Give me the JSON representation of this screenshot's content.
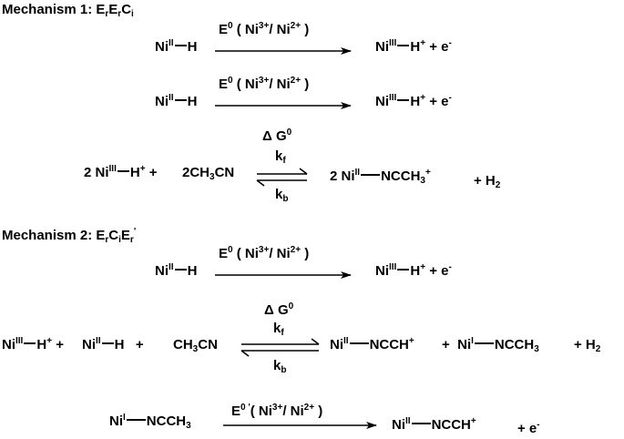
{
  "mechanism1": {
    "title": {
      "main": "Mechanism 1: E",
      "s1": "r",
      "e2": "E",
      "s2": "r",
      "e3": "C",
      "s3": "i"
    },
    "step1": {
      "left": {
        "el": "Ni",
        "ox": "II",
        "end": "H"
      },
      "cond": {
        "E": "E",
        "sup0": "0",
        "a": " ( Ni",
        "s1": "3+",
        "b": "/ Ni",
        "s2": "2+",
        "c": " )"
      },
      "right": {
        "el": "Ni",
        "ox": "III",
        "end": "H",
        "charge": "+",
        "extra": "  +  e",
        "echarge": "-"
      }
    },
    "step2": {
      "left": {
        "el": "Ni",
        "ox": "II",
        "end": "H"
      },
      "cond": {
        "E": "E",
        "sup0": "0",
        "a": " ( Ni",
        "s1": "3+",
        "b": "/ Ni",
        "s2": "2+",
        "c": " )"
      },
      "right": {
        "el": "Ni",
        "ox": "III",
        "end": "H",
        "charge": "+",
        "extra": "  +  e",
        "echarge": "-"
      }
    },
    "step3": {
      "dg": {
        "sym": "Δ G",
        "sup": "0"
      },
      "left1": {
        "pre": "2 Ni",
        "ox": "III",
        "end": "H",
        "charge": "+",
        "plus": " +"
      },
      "left2": {
        "a": "2CH",
        "s": "3",
        "b": "CN"
      },
      "kf": {
        "k": "k",
        "s": "f"
      },
      "kb": {
        "k": "k",
        "s": "b"
      },
      "right1": {
        "pre": "2 Ni",
        "ox": "II",
        "a": "NCCH",
        "s": "3",
        "charge": "+"
      },
      "right2": {
        "plus": "+  H",
        "s": "2"
      }
    }
  },
  "mechanism2": {
    "title": {
      "main": "Mechanism 2: E",
      "s1": "r",
      "e2": "C",
      "s2": "i",
      "e3": "E",
      "s3": "r",
      "prime": "'"
    },
    "step1": {
      "left": {
        "el": "Ni",
        "ox": "II",
        "end": "H"
      },
      "cond": {
        "E": "E",
        "sup0": "0",
        "a": " ( Ni",
        "s1": "3+",
        "b": "/ Ni",
        "s2": "2+",
        "c": " )"
      },
      "right": {
        "el": "Ni",
        "ox": "III",
        "end": "H",
        "charge": "+",
        "extra": "  +  e",
        "echarge": "-"
      }
    },
    "step2": {
      "dg": {
        "sym": "Δ G",
        "sup": "0"
      },
      "left1": {
        "el": "Ni",
        "ox": "III",
        "end": "H",
        "charge": "+",
        "plus": " +"
      },
      "left2": {
        "el": "Ni",
        "ox": "II",
        "end": "H",
        "plus": "+"
      },
      "left3": {
        "a": "CH",
        "s": "3",
        "b": "CN"
      },
      "kf": {
        "k": "k",
        "s": "f"
      },
      "kb": {
        "k": "k",
        "s": "b"
      },
      "right1": {
        "el": "Ni",
        "ox": "II",
        "a": "NCCH",
        "charge": "+"
      },
      "right2": {
        "plus": "+",
        "el": "Ni",
        "ox": "I",
        "a": "NCCH",
        "s": "3"
      },
      "right3": {
        "plus": "+  H",
        "s": "2"
      }
    },
    "step3": {
      "left": {
        "el": "Ni",
        "ox": "I",
        "a": "NCCH",
        "s": "3"
      },
      "cond": {
        "E": "E",
        "sup0": "0",
        "prime": " '",
        "a": "( Ni",
        "s1": "3+",
        "b": "/ Ni",
        "s2": "2+",
        "c": " )"
      },
      "right": {
        "el": "Ni",
        "ox": "II",
        "a": "NCCH",
        "charge": "+"
      },
      "extra": {
        "plus": "+ e",
        "echarge": "-"
      }
    }
  }
}
